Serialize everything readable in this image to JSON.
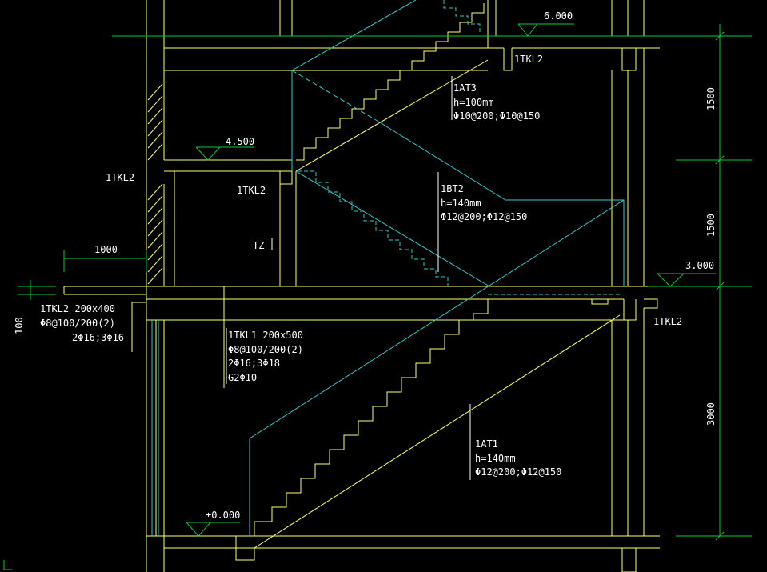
{
  "colors": {
    "background": "#000000",
    "structure": "#FFFF66",
    "section": "#33CCCC",
    "dimension": "#00CC33",
    "text": "#FFFFFF"
  },
  "levels": {
    "top": "6.000",
    "mid_upper": "4.500",
    "mid": "3.000",
    "ground": "±0.000"
  },
  "dimensions": {
    "upper_flight": "1500",
    "middle_flight": "1500",
    "lower_flight": "3000",
    "canopy_width": "1000",
    "canopy_thickness": "100"
  },
  "labels": {
    "tkl2_top": "1TKL2",
    "tkl2_left_upper": "1TKL2",
    "tkl2_left": "1TKL2",
    "tkl2_mid_right": "1TKL2",
    "tz": "TZ",
    "at3": [
      "1AT3",
      "h=100mm",
      "Φ10@200;Φ10@150"
    ],
    "bt2": [
      "1BT2",
      "h=140mm",
      "Φ12@200;Φ12@150"
    ],
    "at1": [
      "1AT1",
      "h=140mm",
      "Φ12@200;Φ12@150"
    ],
    "tkl1": [
      "1TKL1 200x500",
      "Φ8@100/200(2)",
      "2Φ16;3Φ18",
      "G2Φ10"
    ],
    "tkl2_spec": [
      "1TKL2 200x400",
      "Φ8@100/200(2)",
      "2Φ16;3Φ16"
    ]
  }
}
